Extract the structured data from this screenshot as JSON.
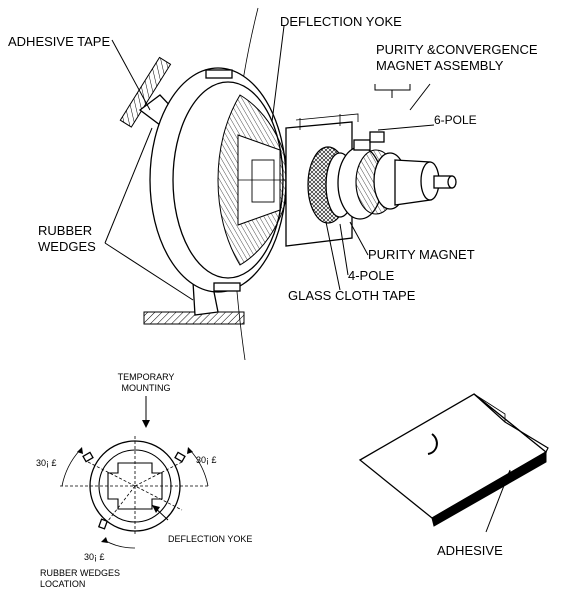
{
  "diagram": {
    "labels": {
      "adhesive_tape": "ADHESIVE TAPE",
      "deflection_yoke": "DEFLECTION YOKE",
      "purity_assembly_line1": "PURITY &CONVERGENCE",
      "purity_assembly_line2": "MAGNET ASSEMBLY",
      "six_pole": "6-POLE",
      "rubber_wedges_line1": "RUBBER",
      "rubber_wedges_line2": "WEDGES",
      "purity_magnet": "PURITY MAGNET",
      "four_pole": "4-POLE",
      "glass_cloth_tape": "GLASS CLOTH TAPE"
    },
    "detail": {
      "temporary_line1": "TEMPORARY",
      "temporary_line2": "MOUNTING",
      "angle_left": "30¡ £",
      "angle_right": "30¡ £",
      "angle_bottom": "30¡ £",
      "deflection_yoke": "DEFLECTION YOKE",
      "wedges_location_line1": "RUBBER WEDGES",
      "wedges_location_line2": "LOCATION"
    },
    "wedge": {
      "adhesive": "ADHESIVE"
    }
  }
}
